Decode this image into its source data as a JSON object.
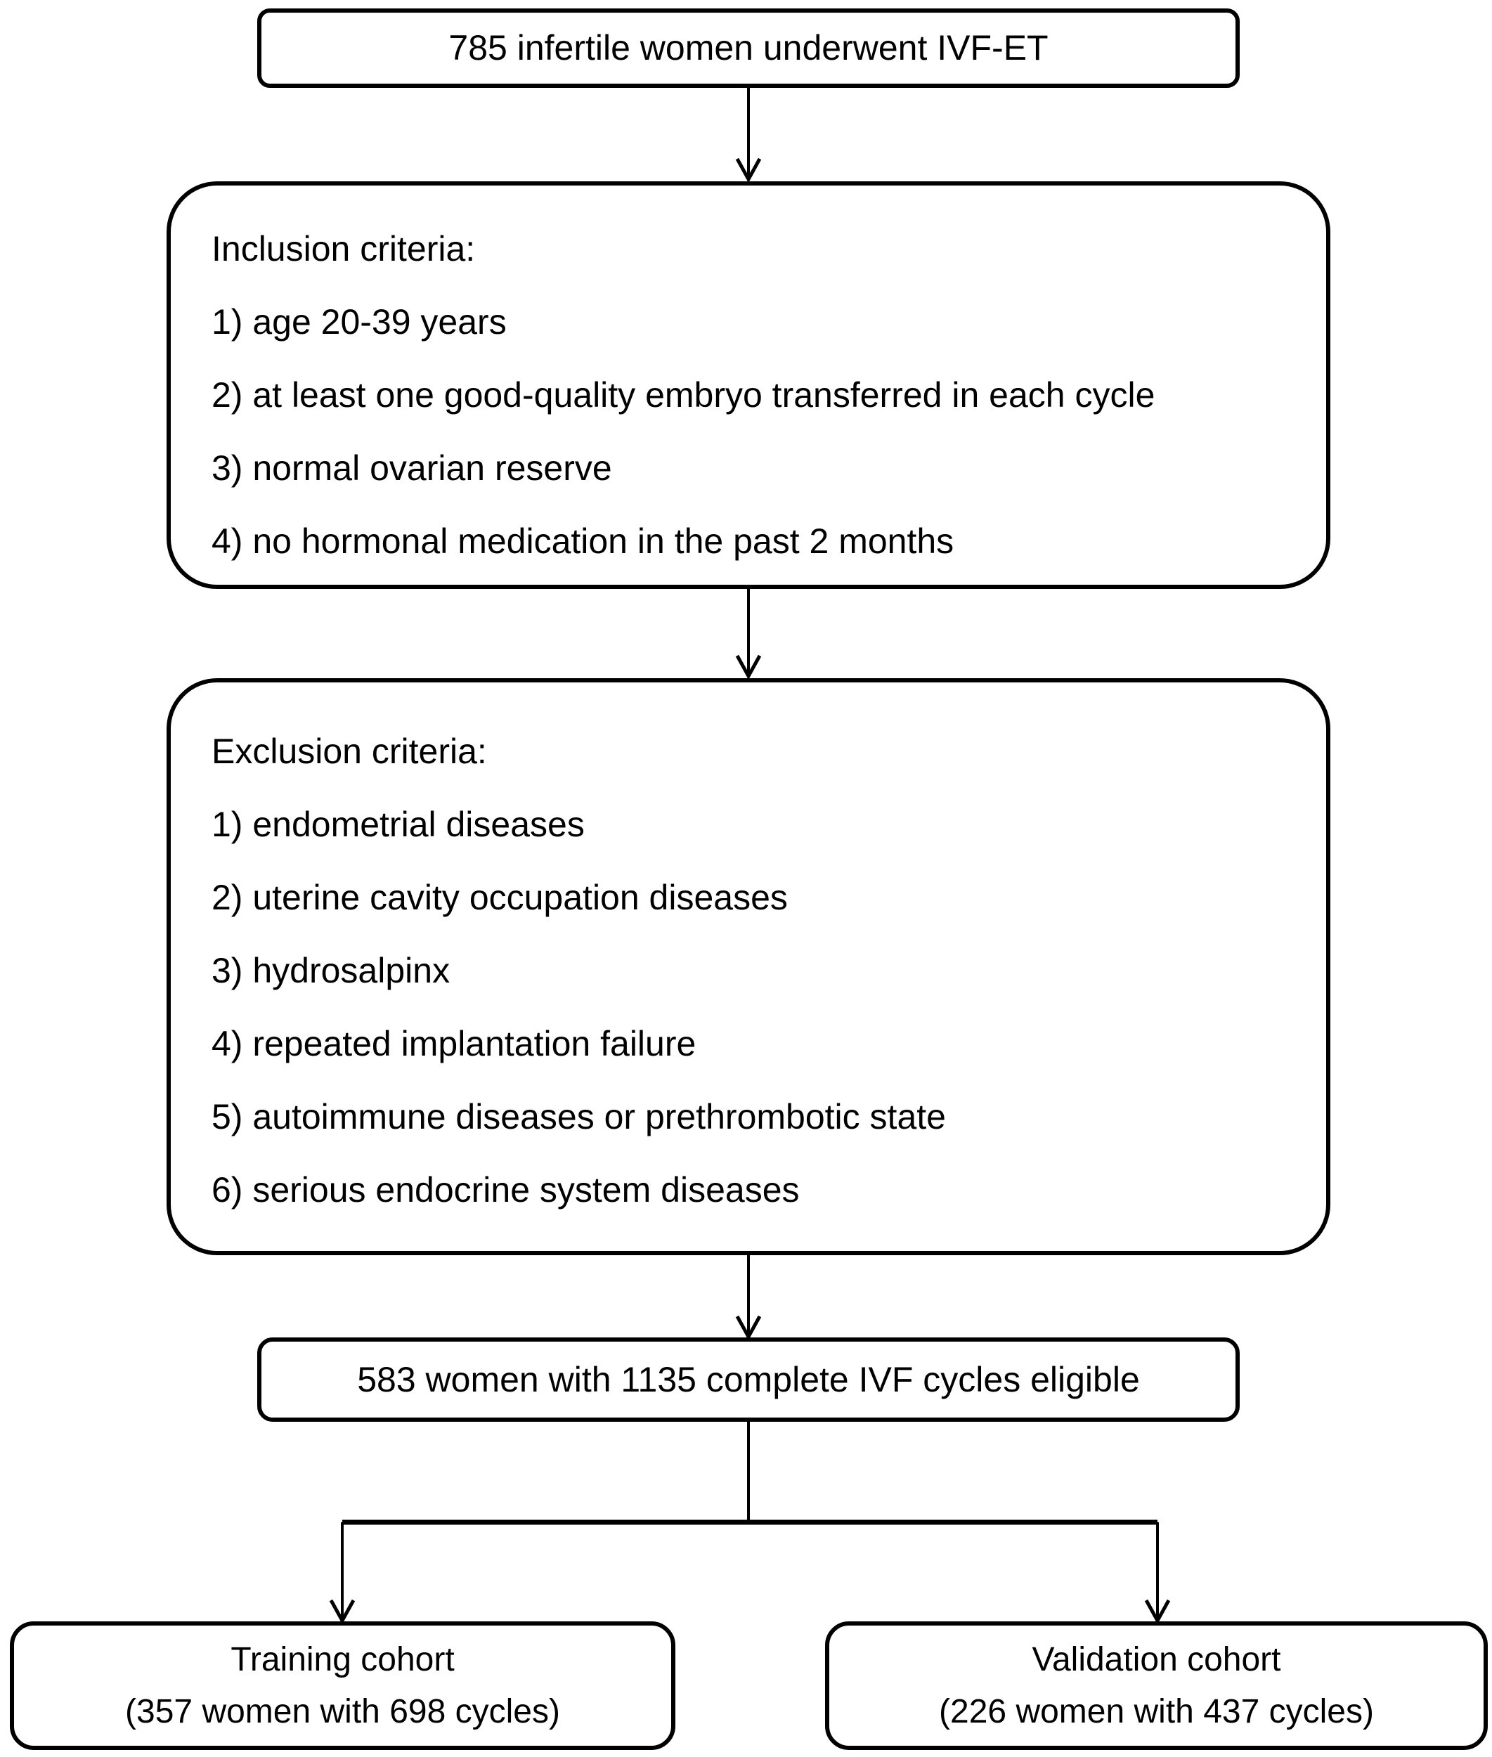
{
  "colors": {
    "stroke": "#000000",
    "background": "#ffffff",
    "text": "#000000"
  },
  "nodes": {
    "initial": {
      "text": "785 infertile women underwent IVF-ET"
    },
    "inclusion": {
      "title": "Inclusion criteria:",
      "items": [
        "1) age 20-39 years",
        "2) at least one good-quality embryo transferred in each cycle",
        "3) normal ovarian reserve",
        "4) no hormonal medication in the past 2 months"
      ]
    },
    "exclusion": {
      "title": "Exclusion criteria:",
      "items": [
        "1) endometrial diseases",
        "2) uterine cavity occupation diseases",
        "3) hydrosalpinx",
        "4) repeated implantation failure",
        "5) autoimmune diseases or prethrombotic state",
        "6) serious endocrine system diseases"
      ]
    },
    "eligible": {
      "text": "583 women with 1135 complete IVF cycles eligible"
    },
    "training": {
      "name": "Training cohort",
      "detail": "(357 women with 698 cycles)"
    },
    "validation": {
      "name": "Validation cohort",
      "detail": "(226 women with 437 cycles)"
    }
  }
}
